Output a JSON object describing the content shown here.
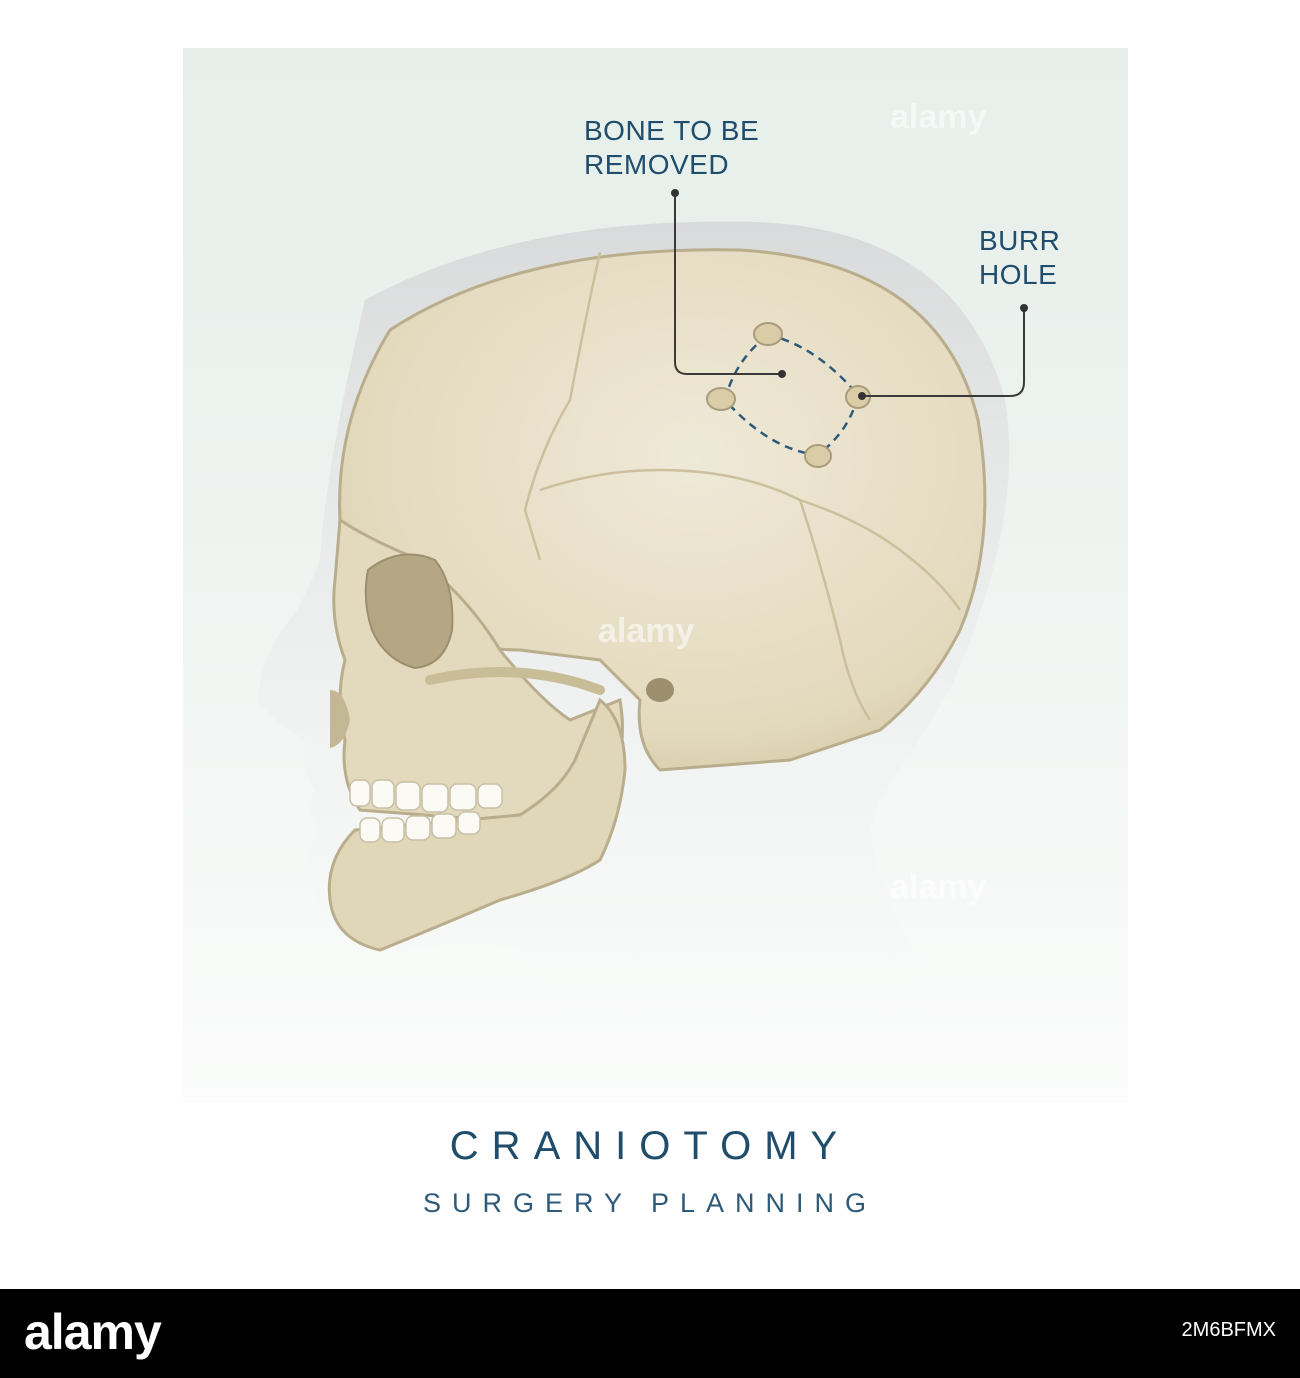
{
  "labels": {
    "bone_to_be_removed": "BONE TO BE\nREMOVED",
    "burr_hole": "BURR\nHOLE"
  },
  "title": "CRANIOTOMY",
  "subtitle": "SURGERY PLANNING",
  "watermark": "alamy",
  "stock_bar": {
    "logo": "alamy",
    "image_id": "2M6BFMX"
  },
  "colors": {
    "label_text": "#1f4d6b",
    "bone": "#e8e0c8",
    "bone_shadow": "#cfc3a0",
    "head_silhouette": "#d8d9da",
    "incision_line": "#2d5a78"
  }
}
